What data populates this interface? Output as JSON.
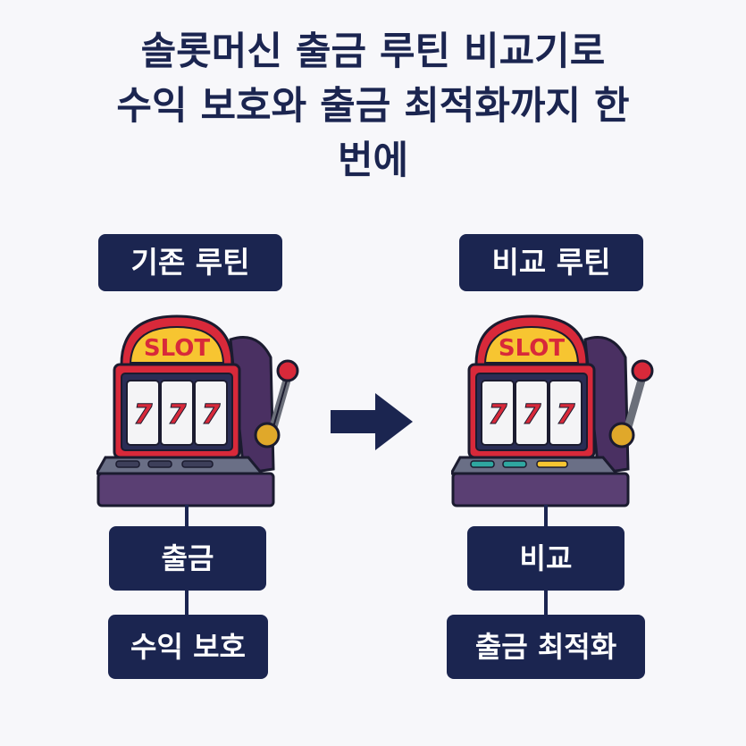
{
  "title": {
    "line1": "솔롯머신 출금 루틴 비교기로",
    "line2": "수익 보호와 출금 최적화까지 한",
    "line3": "번에"
  },
  "left": {
    "header": "기존 루틴",
    "machine_sign": "SLOT",
    "reels": [
      "7",
      "7",
      "7"
    ],
    "steps": [
      "출금",
      "수익 보호"
    ]
  },
  "right": {
    "header": "비교 루틴",
    "machine_sign": "SLOT",
    "reels": [
      "7",
      "7",
      "7"
    ],
    "steps": [
      "비교",
      "출금 최적화"
    ]
  },
  "colors": {
    "navy": "#1b2550",
    "machine_red": "#d8293a",
    "sign_yellow": "#f7c531",
    "cabinet_purple": "#5a3f73",
    "reel_seven": "#d8293a"
  },
  "icons": {
    "arrow": "right-arrow-icon",
    "machine": "slot-machine-icon"
  }
}
